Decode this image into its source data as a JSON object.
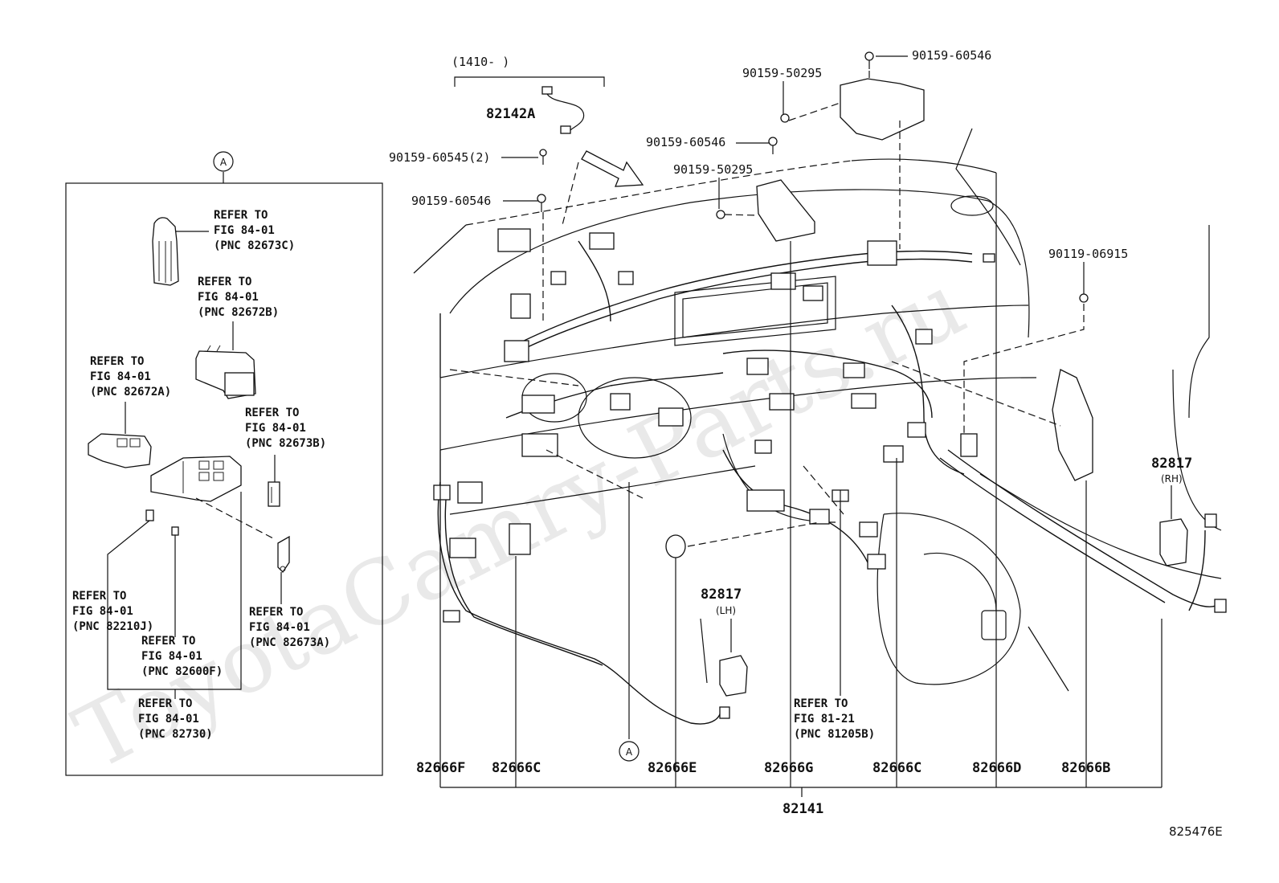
{
  "watermark": "ToyotaCamry-Parts.ru",
  "figure_id": "825476E",
  "callout": {
    "letter": "A"
  },
  "inset_refs": [
    {
      "key": "r1",
      "line1": "REFER TO",
      "line2": "FIG 84-01",
      "line3": "(PNC 82673C)"
    },
    {
      "key": "r2",
      "line1": "REFER TO",
      "line2": "FIG 84-01",
      "line3": "(PNC 82672B)"
    },
    {
      "key": "r3",
      "line1": "REFER TO",
      "line2": "FIG 84-01",
      "line3": "(PNC 82672A)"
    },
    {
      "key": "r4",
      "line1": "REFER TO",
      "line2": "FIG 84-01",
      "line3": "(PNC 82673B)"
    },
    {
      "key": "r5",
      "line1": "REFER TO",
      "line2": "FIG 84-01",
      "line3": "(PNC 82210J)"
    },
    {
      "key": "r6",
      "line1": "REFER TO",
      "line2": "FIG 84-01",
      "line3": "(PNC 82600F)"
    },
    {
      "key": "r7",
      "line1": "REFER TO",
      "line2": "FIG 84-01",
      "line3": "(PNC 82673A)"
    },
    {
      "key": "r8",
      "line1": "REFER TO",
      "line2": "FIG 84-01",
      "line3": "(PNC 82730)"
    }
  ],
  "main_ref": {
    "line1": "REFER TO",
    "line2": "FIG 81-21",
    "line3": "(PNC 81205B)"
  },
  "top_labels": {
    "bracket_range": "(1410-   )",
    "sub_harness": "82142A",
    "bolt_60545": "90159-60545(2)",
    "bolt_60546_left": "90159-60546",
    "bolt_50295_top": "90159-50295",
    "bolt_60546_top": "90159-60546",
    "bolt_60546_mid": "90159-60546",
    "bolt_50295_mid": "90159-50295",
    "clip_06915": "90119-06915"
  },
  "side_labels": {
    "rh_part": "82817",
    "rh_note": "(RH)",
    "lh_part": "82817",
    "lh_note": "(LH)"
  },
  "bottom_labels": [
    {
      "key": "b1",
      "text": "82666F"
    },
    {
      "key": "b2",
      "text": "82666C"
    },
    {
      "key": "b3",
      "text": "82666E"
    },
    {
      "key": "b4",
      "text": "82666G"
    },
    {
      "key": "b5",
      "text": "82666C"
    },
    {
      "key": "b6",
      "text": "82666D"
    },
    {
      "key": "b7",
      "text": "82666B"
    }
  ],
  "main_part": "82141"
}
